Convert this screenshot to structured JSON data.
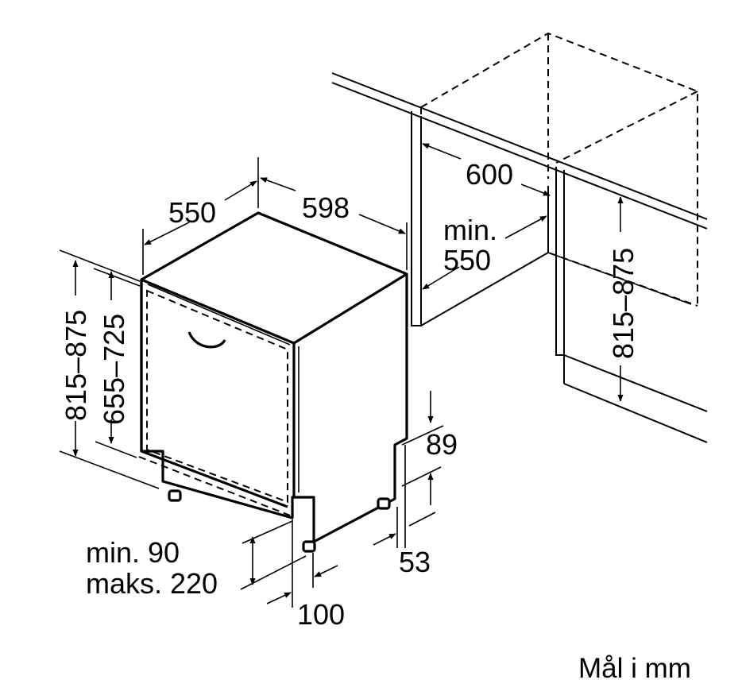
{
  "units_note": "Mål i mm",
  "dims": {
    "width_top": "600",
    "depth_min_1": "min.",
    "depth_min_2": "550",
    "cabinet_height": "815–875",
    "appliance_width": "598",
    "appliance_depth": "550",
    "height_left": "815–875",
    "door_height": "655–725",
    "plinth_89": "89",
    "plinth_53": "53",
    "plinth_height_1": "min. 90",
    "plinth_height_2": "maks. 220",
    "plinth_depth": "100"
  },
  "colors": {
    "line": "#000000",
    "background": "#ffffff"
  }
}
